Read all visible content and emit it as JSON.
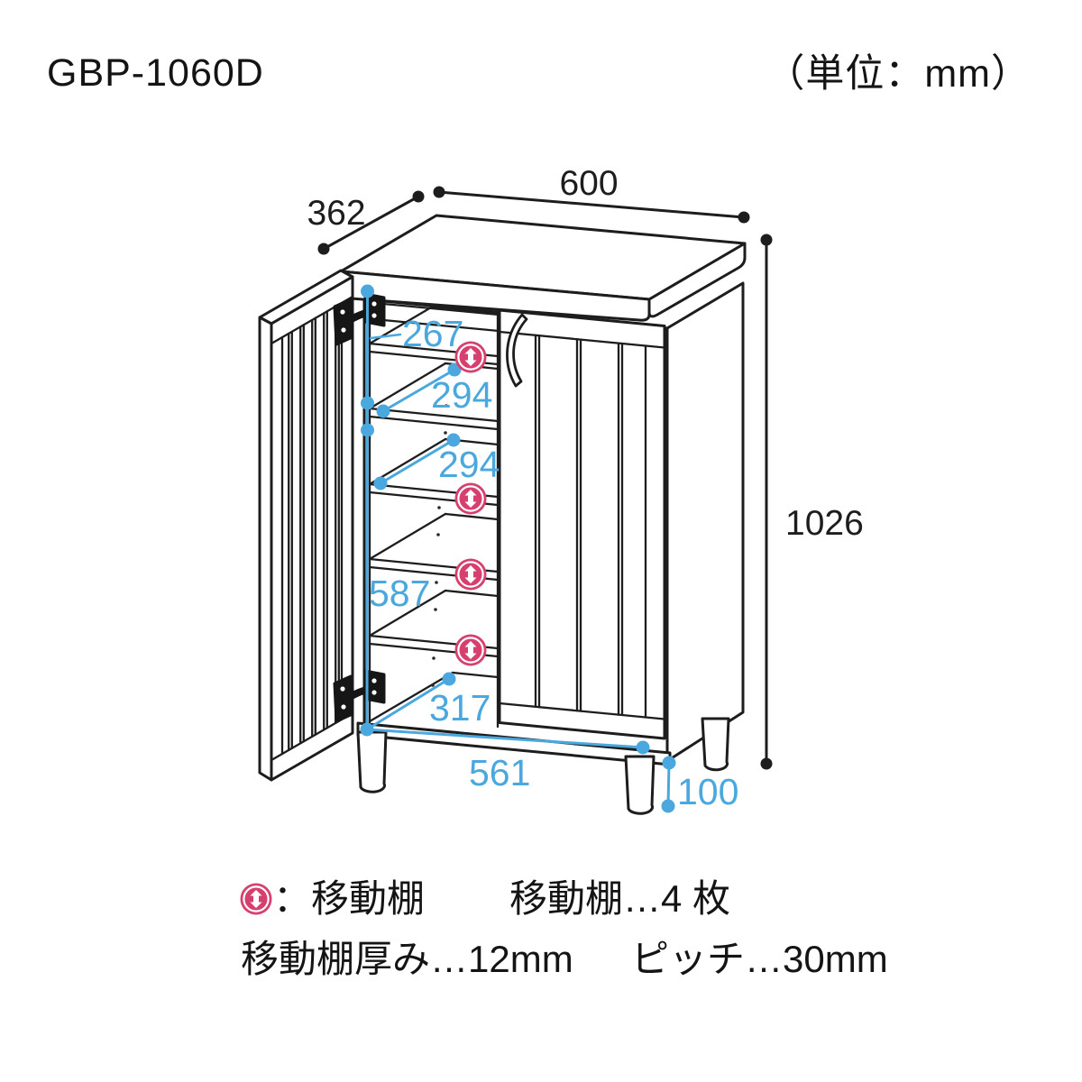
{
  "header": {
    "model": "GBP-1060D",
    "unit_note": "（単位：mm）"
  },
  "colors": {
    "line": "#1d1d1d",
    "dimension_blue": "#4aa8de",
    "movable_shelf_pink": "#d6406e",
    "background": "#ffffff"
  },
  "icons": {
    "movable_shelf": "up-down-arrow-circle"
  },
  "dimensions": {
    "top_width": "600",
    "top_depth": "362",
    "overall_height": "1026",
    "upper_inner_depth": "267",
    "shelf_depth_upper": "294",
    "shelf_depth_lower": "294",
    "inner_height": "587",
    "bottom_inner_depth": "317",
    "inner_width": "561",
    "leg_height": "100"
  },
  "legend": {
    "icon_meaning": "：移動棚",
    "shelf_count": "移動棚…4 枚",
    "shelf_thickness": "移動棚厚み…12mm",
    "shelf_pitch": "ピッチ…30mm"
  }
}
